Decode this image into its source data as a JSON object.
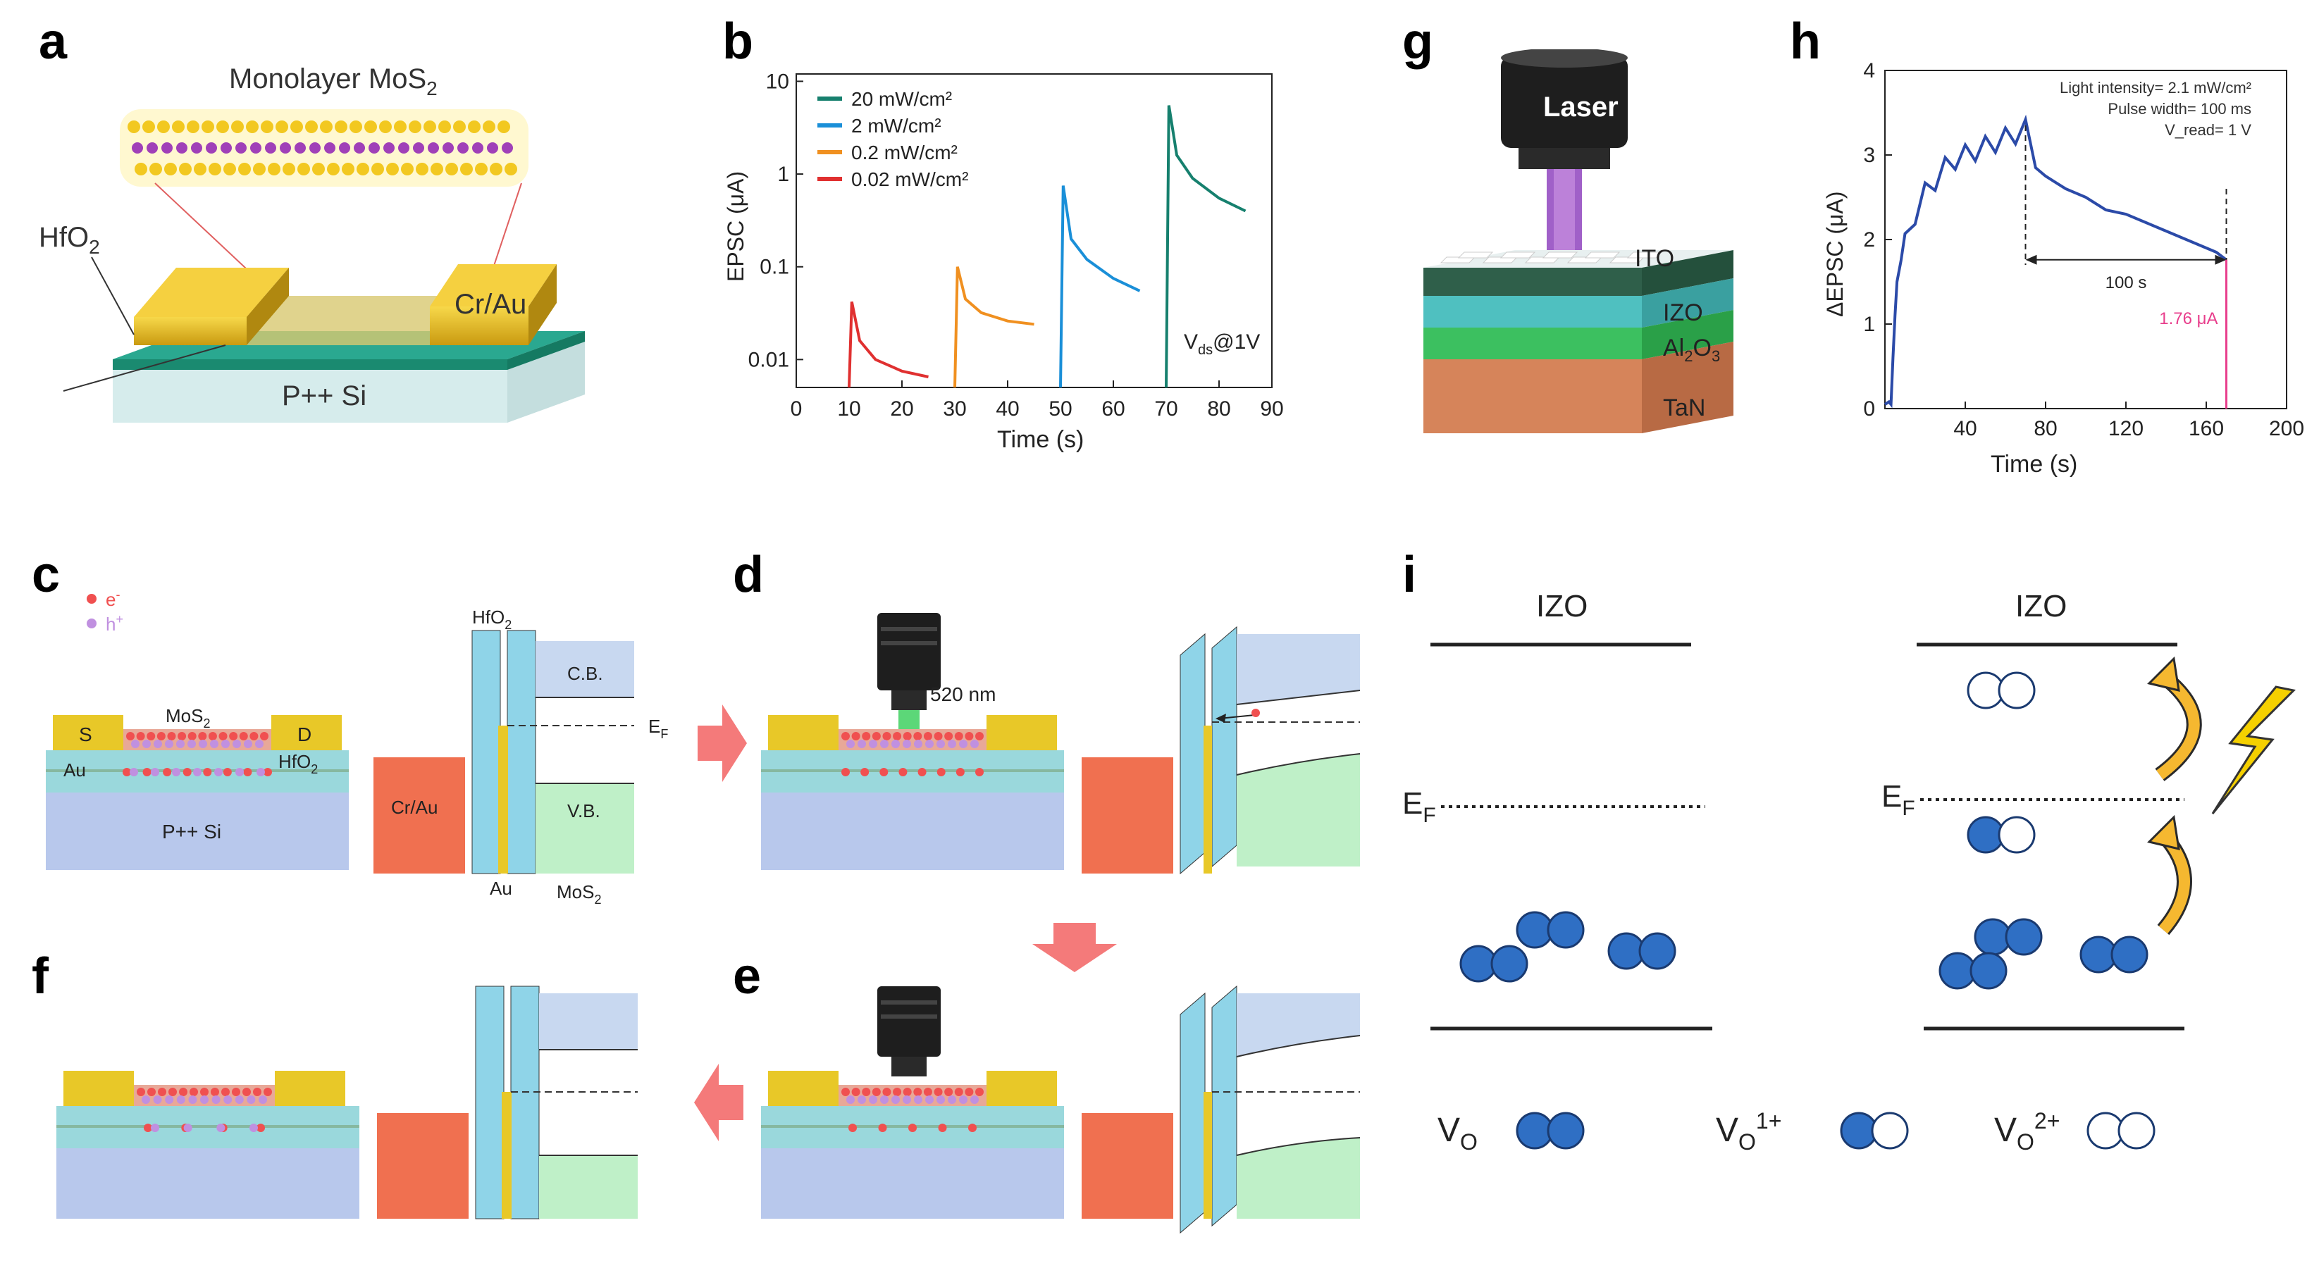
{
  "panel_letters": {
    "a": "a",
    "b": "b",
    "c": "c",
    "d": "d",
    "e": "e",
    "f": "f",
    "g": "g",
    "h": "h",
    "i": "i"
  },
  "panel_a": {
    "title": "Monolayer MoS",
    "title_sub": "2",
    "hfo2": "HfO",
    "hfo2_sub": "2",
    "electrode": "Cr/Au",
    "substrate": "P++ Si"
  },
  "chart_data": [
    {
      "panel": "b",
      "type": "line",
      "xlabel": "Time (s)",
      "ylabel": "EPSC (μA)",
      "yscale": "log",
      "xlim": [
        0,
        90
      ],
      "ylim": [
        0.005,
        12
      ],
      "x_ticks": [
        "0",
        "10",
        "20",
        "30",
        "40",
        "50",
        "60",
        "70",
        "80",
        "90"
      ],
      "y_ticks": [
        "0.01",
        "0.1",
        "1",
        "10"
      ],
      "annotation": "V",
      "annotation_sub": "ds",
      "annotation_suffix": "@1V",
      "series": [
        {
          "name": "20 mW/cm²",
          "color": "#16806e",
          "x": [
            70,
            70.5,
            72,
            75,
            80,
            85
          ],
          "y": [
            0.005,
            5.5,
            1.6,
            0.9,
            0.55,
            0.4
          ]
        },
        {
          "name": "2 mW/cm²",
          "color": "#1a8fd8",
          "x": [
            50,
            50.5,
            52,
            55,
            60,
            65
          ],
          "y": [
            0.005,
            0.75,
            0.2,
            0.12,
            0.075,
            0.055
          ]
        },
        {
          "name": "0.2 mW/cm²",
          "color": "#f09020",
          "x": [
            30,
            30.5,
            32,
            35,
            40,
            45
          ],
          "y": [
            0.005,
            0.1,
            0.045,
            0.032,
            0.026,
            0.024
          ]
        },
        {
          "name": "0.02 mW/cm²",
          "color": "#e03030",
          "x": [
            10,
            10.5,
            12,
            15,
            20,
            25
          ],
          "y": [
            0.005,
            0.042,
            0.016,
            0.01,
            0.0075,
            0.0065
          ]
        }
      ]
    },
    {
      "panel": "h",
      "type": "line",
      "xlabel": "Time (s)",
      "ylabel": "ΔEPSC (μA)",
      "xlim": [
        0,
        200
      ],
      "ylim": [
        0,
        4
      ],
      "x_ticks": [
        "40",
        "80",
        "120",
        "160",
        "200"
      ],
      "y_ticks": [
        "0",
        "1",
        "2",
        "3",
        "4"
      ],
      "info_lines": [
        "Light intensity= 2.1 mW/cm²",
        "Pulse width= 100 ms",
        "V_read= 1 V"
      ],
      "interval_label": "100 s",
      "end_value_label": "1.76 μA",
      "series": [
        {
          "name": "ΔEPSC",
          "color": "#2b4aa8",
          "x": [
            0,
            2,
            3,
            4,
            5,
            6,
            8,
            10,
            15,
            20,
            25,
            30,
            35,
            40,
            45,
            50,
            55,
            60,
            65,
            70,
            75,
            80,
            90,
            100,
            110,
            120,
            130,
            140,
            150,
            160,
            165,
            170
          ],
          "y": [
            0.05,
            0.08,
            0.05,
            0.6,
            1.1,
            1.5,
            1.75,
            1.95,
            2.3,
            2.55,
            2.7,
            2.85,
            2.95,
            3.0,
            3.05,
            3.1,
            3.15,
            3.2,
            3.25,
            3.3,
            2.85,
            2.75,
            2.6,
            2.5,
            2.35,
            2.3,
            2.2,
            2.1,
            2.0,
            1.9,
            1.85,
            1.76
          ]
        }
      ]
    }
  ],
  "panel_c": {
    "legend_e": "e",
    "legend_e_sup": "-",
    "legend_h": "h",
    "legend_h_sup": "+",
    "s": "S",
    "d": "D",
    "mos2": "MoS",
    "mos2_sub": "2",
    "au": "Au",
    "hfo2": "HfO",
    "hfo2_sub": "2",
    "substrate": "P++ Si",
    "band_hfo2": "HfO",
    "band_hfo2_sub": "2",
    "cb": "C.B.",
    "vb": "V.B.",
    "ef": "E",
    "ef_sub": "F",
    "cr_au": "Cr/Au",
    "band_au": "Au",
    "band_mos2": "MoS",
    "band_mos2_sub": "2"
  },
  "panel_d": {
    "wavelength": "520 nm"
  },
  "panel_g": {
    "laser": "Laser",
    "ito": "ITO",
    "izo": "IZO",
    "al2o3": "Al",
    "al2o3_sub1": "2",
    "al2o3_mid": "O",
    "al2o3_sub2": "3",
    "tan": "TaN"
  },
  "panel_i": {
    "izo_left": "IZO",
    "izo_right": "IZO",
    "ef": "E",
    "ef_sub": "F",
    "vo": "V",
    "vo_sub": "O",
    "vo1": "V",
    "vo1_sub": "O",
    "vo1_sup": "1+",
    "vo2": "V",
    "vo2_sub": "O",
    "vo2_sup": "2+"
  },
  "colors": {
    "gold": "#e8c020",
    "cyan": "#8fd8e0",
    "substrate": "#b8c8e8",
    "red_contact": "#f06a4a",
    "vb_green": "#bff0c8",
    "cb_blue": "#c8d8f0",
    "arrow_pink": "#f47a7a",
    "vacancy_blue": "#2f6fc4",
    "lightning": "#f5d000"
  }
}
